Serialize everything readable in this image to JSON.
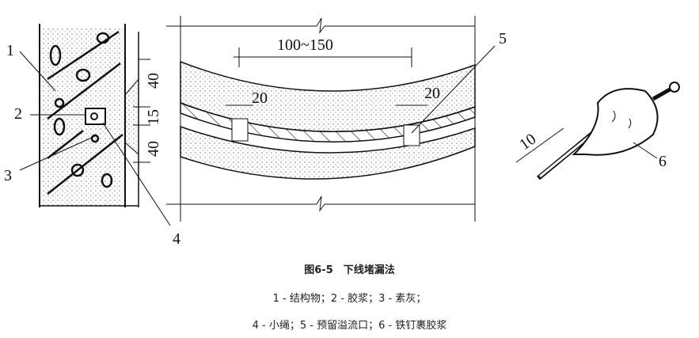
{
  "figure": {
    "labels": {
      "n1": "1",
      "n2": "2",
      "n3": "3",
      "n4": "4",
      "n5": "5",
      "n6": "6"
    },
    "dims": {
      "d40a": "40",
      "d15": "15",
      "d40b": "40",
      "range": "100~150",
      "w20a": "20",
      "w20b": "20",
      "d10": "10"
    }
  },
  "caption": {
    "title": "图6-5　下线堵漏法",
    "legend_line1": "1 - 结构物；2 - 胶浆；3 - 素灰；",
    "legend_line2": "4 - 小绳；5 - 预留溢流口；6 - 铁钉裹胶浆"
  }
}
